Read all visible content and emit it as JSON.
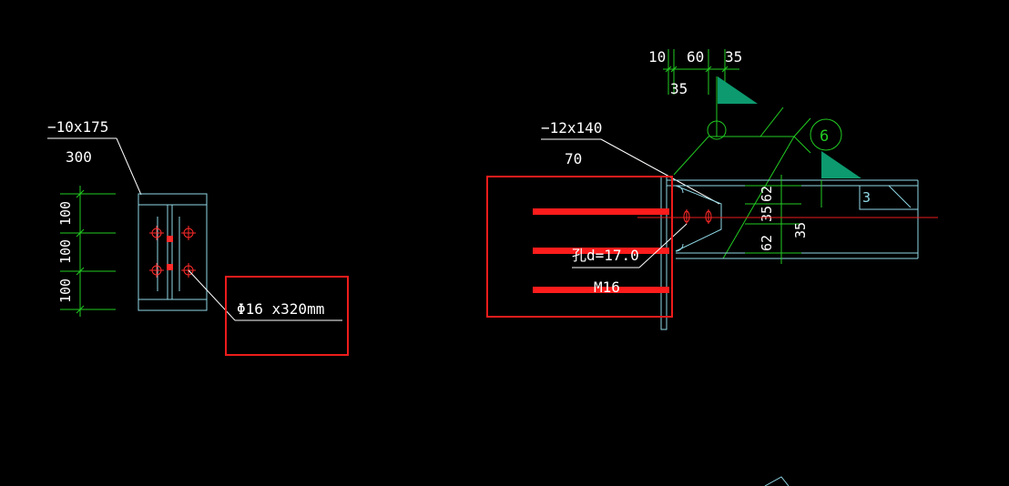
{
  "colors": {
    "background": "#000000",
    "outline": "#8fd8e6",
    "dimension": "#22cc22",
    "leader": "#ffffff",
    "highlight": "#ee1c1c",
    "weld_flag": "#0d9a6e",
    "bolt": "#ff2a2a"
  },
  "left_detail": {
    "plate_label": "−10x175",
    "plate_length": "300",
    "dims": [
      "100",
      "100",
      "100"
    ],
    "anchor_callout": "Φ16  x320mm"
  },
  "right_detail": {
    "top_dims": [
      "10",
      "60",
      "35"
    ],
    "top_dim_lower": "35",
    "plate_label": "−12x140",
    "plate_length": "70",
    "weld_size": "6",
    "side_dims": [
      "35",
      "62"
    ],
    "side_dims_lower": [
      "62",
      "35"
    ],
    "weld_mark": "3",
    "hole_text": "孔d=17.0",
    "bolt_text": "M16"
  }
}
